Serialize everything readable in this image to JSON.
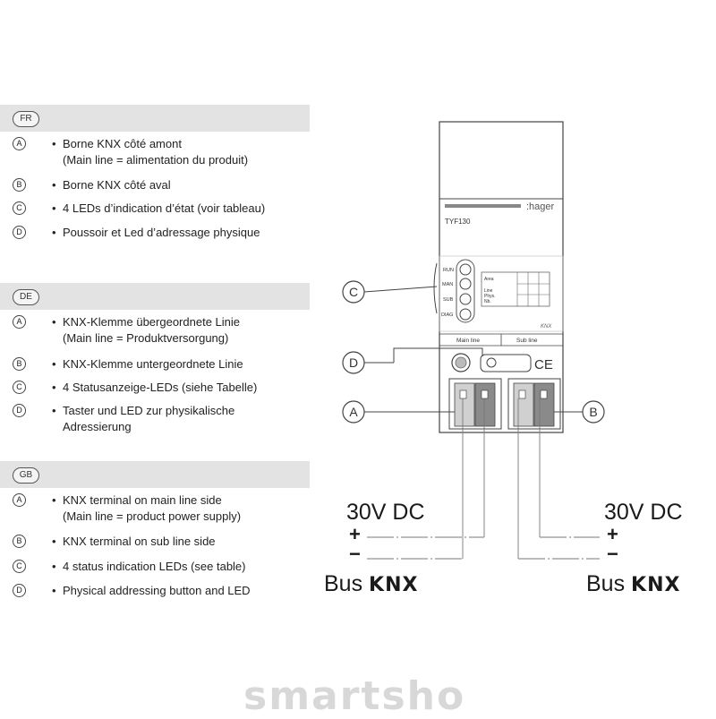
{
  "sections": [
    {
      "lang": "FR",
      "items": [
        {
          "letter": "A",
          "line1": "Borne KNX côté amont",
          "line2": "(Main line = alimentation du produit)"
        },
        {
          "letter": "B",
          "line1": "Borne KNX côté aval"
        },
        {
          "letter": "C",
          "line1": "4 LEDs d’indication d’état (voir tableau)"
        },
        {
          "letter": "D",
          "line1": "Poussoir et Led d’adressage physique"
        }
      ]
    },
    {
      "lang": "DE",
      "items": [
        {
          "letter": "A",
          "line1": "KNX-Klemme übergeordnete Linie",
          "line2": "(Main line = Produktversorgung)"
        },
        {
          "letter": "B",
          "line1": "KNX-Klemme untergeordnete Linie"
        },
        {
          "letter": "C",
          "line1": "4 Statusanzeige-LEDs (siehe Tabelle)"
        },
        {
          "letter": "D",
          "line1": "Taster und LED zur physikalische",
          "line2": "Adressierung"
        }
      ]
    },
    {
      "lang": "GB",
      "items": [
        {
          "letter": "A",
          "line1": "KNX terminal on main line side",
          "line2": "(Main line = product power supply)"
        },
        {
          "letter": "B",
          "line1": "KNX terminal on sub line side"
        },
        {
          "letter": "C",
          "line1": "4 status indication LEDs (see table)"
        },
        {
          "letter": "D",
          "line1": "Physical addressing button and LED"
        }
      ]
    }
  ],
  "device": {
    "brand": ":hager",
    "model": "TYF130",
    "leds": [
      "RUN",
      "MAN",
      "SUB",
      "DIAG"
    ],
    "table_labels": [
      "Area",
      "Line",
      "Phys.",
      "Nb."
    ],
    "knx_mark": "KNX",
    "main_line_label": "Main line",
    "sub_line_label": "Sub line",
    "ce_mark": "CE",
    "callouts": [
      "C",
      "D",
      "A",
      "B"
    ]
  },
  "wiring": {
    "left_voltage": "30V DC",
    "right_voltage": "30V DC",
    "plus": "+",
    "minus": "−",
    "bus_prefix": "Bus",
    "bus_knx": "KNX"
  },
  "watermark": "smartsho"
}
